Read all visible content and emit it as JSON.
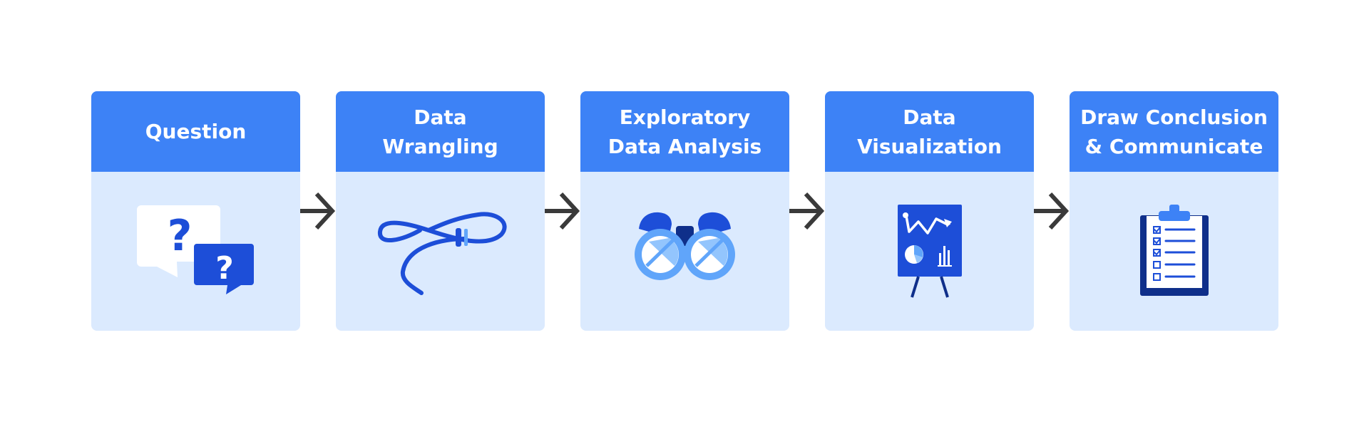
{
  "colors": {
    "header": "#3d82f6",
    "body": "#dbeafe",
    "icon_dark": "#1d4ed8",
    "icon_light": "#60a5fa",
    "arrow": "#3a3a3a"
  },
  "steps": [
    {
      "title": "Question",
      "icon": "question-bubbles-icon"
    },
    {
      "title": "Data\nWrangling",
      "icon": "lasso-rope-icon"
    },
    {
      "title": "Exploratory\nData Analysis",
      "icon": "binoculars-icon"
    },
    {
      "title": "Data\nVisualization",
      "icon": "presentation-chart-icon"
    },
    {
      "title": "Draw Conclusion\n& Communicate",
      "icon": "clipboard-checklist-icon"
    }
  ],
  "icon_text": {
    "question_mark": "?"
  }
}
